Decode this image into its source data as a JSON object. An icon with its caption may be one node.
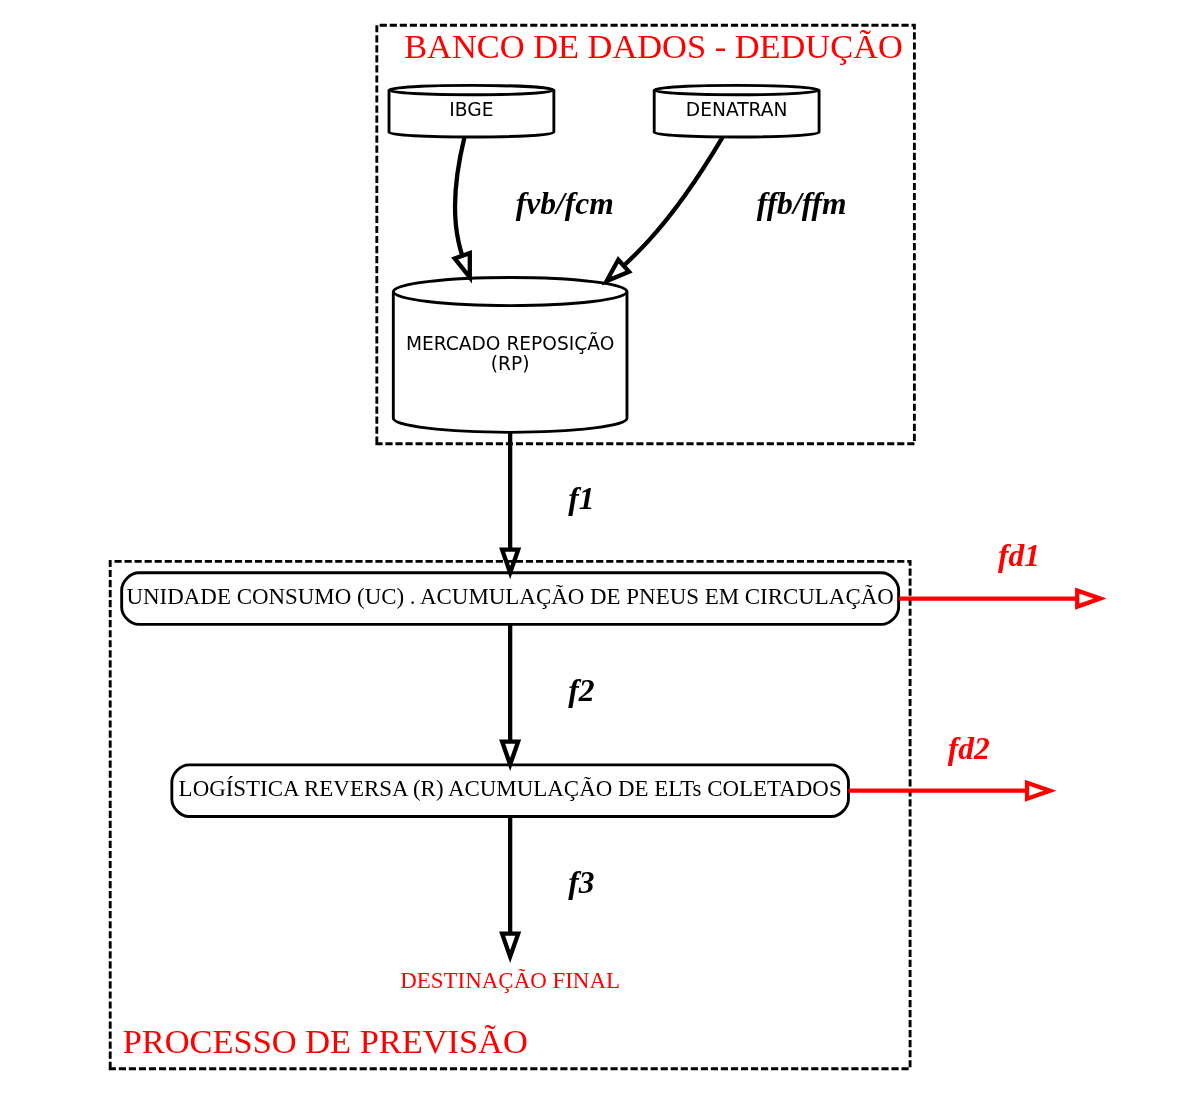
{
  "diagram": {
    "nodes": [
      {
        "text": [
          "BANCO DE DADOS - DEDUÇÃO"
        ]
      },
      {
        "text": [
          "DENATRAN"
        ],
        "in": 0
      },
      {
        "text": [
          "IBGE"
        ],
        "in": 0
      },
      {
        "text": [
          "MERCADO REPOSIÇÃO",
          "(RP)"
        ],
        "in": 0
      },
      {
        "text": [
          "PROCESSO DE PREVISÃO"
        ]
      },
      {
        "text": [
          "UNIDADE CONSUMO (UC) . ACUMULAÇÃO DE PNEUS EM CIRCULAÇÃO"
        ],
        "in": 4
      },
      {
        "text": [
          "LOGÍSTICA REVERSA (R) ACUMULAÇÃO DE ELTs COLETADOS"
        ],
        "in": 4
      },
      {
        "text": [
          "DESTINAÇÃO FINAL"
        ],
        "in": 4
      }
    ],
    "edges": [
      {
        "from": 1,
        "to": 3,
        "arrow": "to",
        "label": "ffb/ffm"
      },
      {
        "from": 2,
        "to": 3,
        "arrow": "to",
        "label": "fvb/fcm"
      },
      {
        "from": 3,
        "to": 5,
        "arrow": "to",
        "label": "f1"
      },
      {
        "from": 5,
        "to": null,
        "arrow": "to",
        "label": "fd1",
        "color": "#ff0000"
      },
      {
        "from": 5,
        "to": 6,
        "arrow": "to",
        "label": "f2"
      },
      {
        "from": 6,
        "to": null,
        "arrow": "to",
        "label": "fd2",
        "color": "#ff0000"
      },
      {
        "from": 6,
        "to": 7,
        "arrow": "to",
        "label": "f3"
      }
    ]
  }
}
